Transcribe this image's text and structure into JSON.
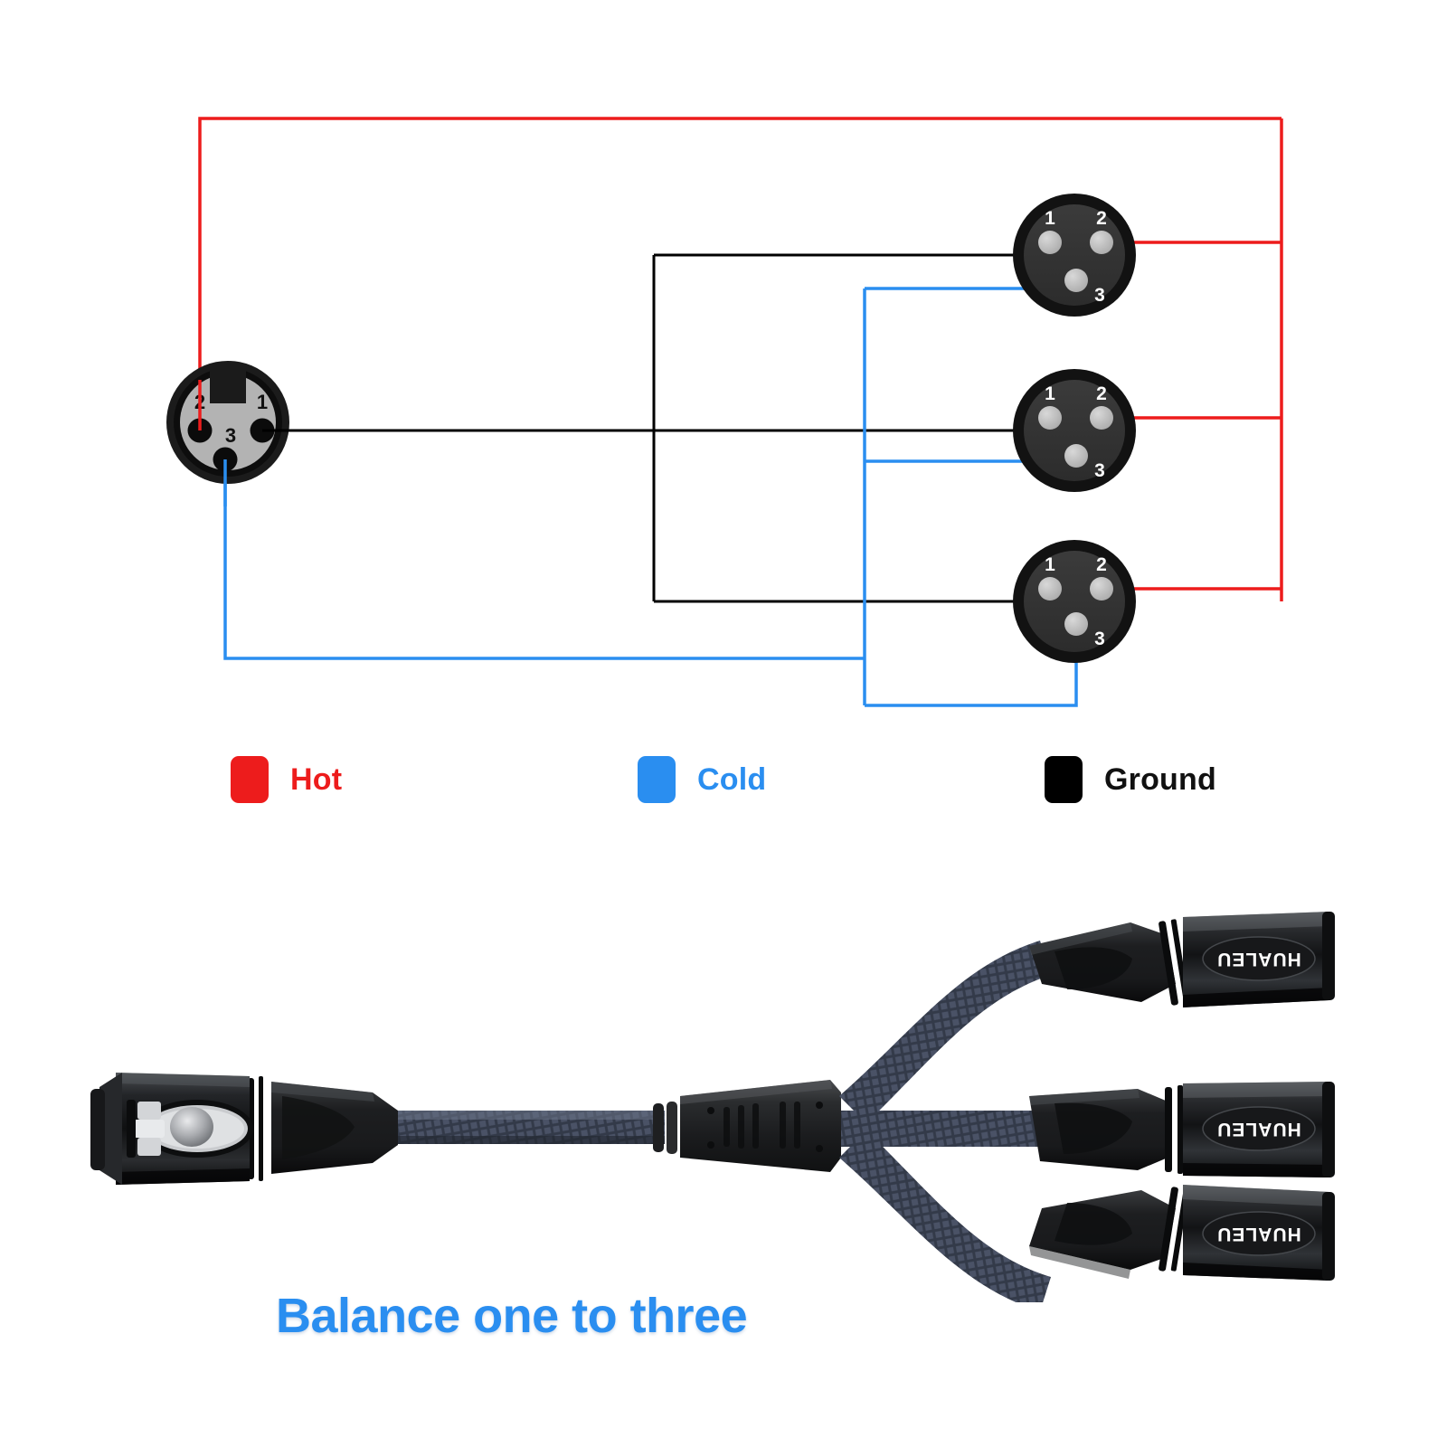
{
  "diagram": {
    "title_caption": "Balance one to three",
    "colors": {
      "hot": "#ED1C1C",
      "cold": "#2A8EF0",
      "ground": "#000000",
      "shell": "#1b1b1b",
      "face_female": "#b3b3b3",
      "face_male": "#333333",
      "pin_male": "#b9b9b9"
    },
    "female_connector": {
      "name": "female-xlr-input",
      "pins": [
        {
          "num": "1",
          "signal": "Ground"
        },
        {
          "num": "2",
          "signal": "Hot"
        },
        {
          "num": "3",
          "signal": "Cold"
        }
      ]
    },
    "male_connectors": [
      {
        "name": "male-xlr-output-1",
        "pins": [
          {
            "num": "1",
            "signal": "Ground"
          },
          {
            "num": "2",
            "signal": "Hot"
          },
          {
            "num": "3",
            "signal": "Cold"
          }
        ]
      },
      {
        "name": "male-xlr-output-2",
        "pins": [
          {
            "num": "1",
            "signal": "Ground"
          },
          {
            "num": "2",
            "signal": "Hot"
          },
          {
            "num": "3",
            "signal": "Cold"
          }
        ]
      },
      {
        "name": "male-xlr-output-3",
        "pins": [
          {
            "num": "1",
            "signal": "Ground"
          },
          {
            "num": "2",
            "signal": "Hot"
          },
          {
            "num": "3",
            "signal": "Cold"
          }
        ]
      }
    ]
  },
  "legend": {
    "items": [
      {
        "label": "Hot",
        "color": "#ED1C1C"
      },
      {
        "label": "Cold",
        "color": "#2A8EF0"
      },
      {
        "label": "Ground",
        "color": "#000000"
      }
    ]
  },
  "photo": {
    "brand": "HUALEU",
    "brand_repeat": [
      "HUALEU",
      "HUALEU",
      "HUALEU"
    ],
    "cable_color": "#4a5266",
    "connector_color": "#1e1e1e"
  }
}
